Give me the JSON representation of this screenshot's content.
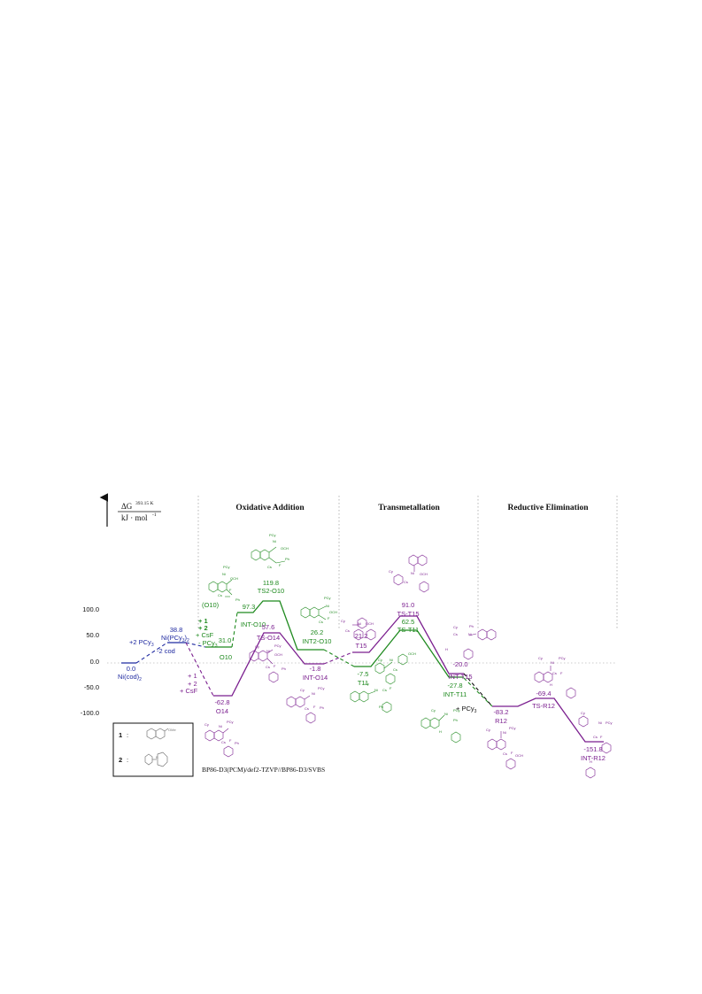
{
  "colors": {
    "blue": "#1f2aa0",
    "green": "#1f8a1f",
    "purple": "#7b1f8f",
    "black": "#111111",
    "grid": "#9a9a9a"
  },
  "axis": {
    "title": "ΔG",
    "superscript": "393.15 K",
    "unit": "kJ · mol",
    "unit_sup": "-1",
    "ticks": [
      "100.0",
      "50.0",
      "0.0",
      "-50.0",
      "-100.0"
    ],
    "tick_values": [
      100,
      50,
      0,
      -50,
      -100
    ]
  },
  "sections": {
    "oxidative_addition": "Oxidative Addition",
    "transmetallation": "Transmetallation",
    "reductive_elimination": "Reductive Elimination"
  },
  "method": "BP86-D3(PCM)/def2-TZVP//BP86-D3/SVBS",
  "legend": {
    "item1_label": "1",
    "item1_sep": ":",
    "item1_sub": "OMe",
    "item2_label": "2",
    "item2_sep": ":",
    "item2_sub": "B"
  },
  "levels": [
    {
      "id": "ni_cod2",
      "value": -0.0,
      "value_label": "0.0",
      "name": "Ni(cod)",
      "name_sub": "2",
      "color": "blue"
    },
    {
      "id": "ni_pcy3_2",
      "value": 38.8,
      "value_label": "38.8",
      "name": "Ni(PCy",
      "name_sub": "3",
      "name_tail": ")",
      "name_sub2": "2",
      "color": "blue"
    },
    {
      "id": "o10",
      "value": 31.0,
      "value_label": "31.0",
      "name": "O10",
      "color": "green"
    },
    {
      "id": "int_o10",
      "value": 97.3,
      "value_label": "97.3",
      "name": "INT-O10",
      "color": "green"
    },
    {
      "id": "ts2_o10",
      "value": 119.8,
      "value_label": "119.8",
      "name": "TS2-O10",
      "color": "green"
    },
    {
      "id": "int2_o10",
      "value": 26.2,
      "value_label": "26.2",
      "name": "INT2-O10",
      "color": "green"
    },
    {
      "id": "o14",
      "value": -62.8,
      "value_label": "-62.8",
      "name": "O14",
      "color": "purple"
    },
    {
      "id": "ts_o14",
      "value": 57.6,
      "value_label": "57.6",
      "name": "TS-O14",
      "color": "purple"
    },
    {
      "id": "int_o14",
      "value": -1.8,
      "value_label": "-1.8",
      "name": "INT-O14",
      "color": "purple"
    },
    {
      "id": "t11",
      "value": -7.5,
      "value_label": "-7.5",
      "name": "T11",
      "color": "green"
    },
    {
      "id": "ts_t11",
      "value": 62.5,
      "value_label": "62.5",
      "name": "TS-T11",
      "color": "green"
    },
    {
      "id": "int_t11",
      "value": -27.8,
      "value_label": "-27.8",
      "name": "INT-T11",
      "color": "green"
    },
    {
      "id": "t15",
      "value": 21.2,
      "value_label": "21.2",
      "name": "T15",
      "color": "purple"
    },
    {
      "id": "ts_t15",
      "value": 91.0,
      "value_label": "91.0",
      "name": "TS-T15",
      "color": "purple"
    },
    {
      "id": "int_t15",
      "value": -20.0,
      "value_label": "-20.0",
      "name": "INT-T15",
      "color": "purple"
    },
    {
      "id": "r12",
      "value": -83.2,
      "value_label": "-83.2",
      "name": "R12",
      "color": "purple"
    },
    {
      "id": "ts_r12",
      "value": -69.4,
      "value_label": "-69.4",
      "name": "TS-R12",
      "color": "purple"
    },
    {
      "id": "int_r12",
      "value": -151.8,
      "value_label": "-151.8",
      "name": "INT-R12",
      "color": "purple"
    }
  ],
  "annotations": {
    "plus_2pcy3": "+2 PCy",
    "plus_2pcy3_sub": "3",
    "minus_2cod": "-2 cod",
    "green_plus1": "+ 1",
    "green_plus2": "+ 2",
    "green_csf": "+ CsF",
    "green_minus_pcy3": "- PCy",
    "green_minus_pcy3_sub": "3",
    "o10_paren": "(O10)",
    "purple_plus1": "+ 1",
    "purple_plus2": "+ 2",
    "purple_csf": "+ CsF",
    "plus_pcy3": "+ PCy",
    "plus_pcy3_sub": "3"
  },
  "structure_labels": {
    "pcy3": "PCy",
    "cy3p": "Cy",
    "ni": "Ni",
    "och3": "OCH",
    "cs": "Cs",
    "f": "F",
    "ph": "Ph",
    "h3co": "H",
    "b": "B",
    "o": "O"
  }
}
